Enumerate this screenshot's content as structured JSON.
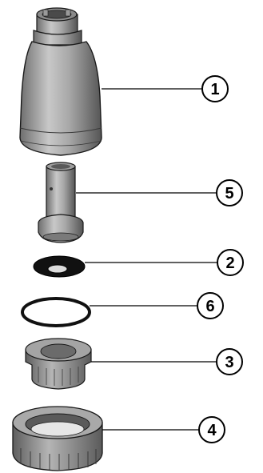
{
  "diagram": {
    "callouts": [
      {
        "id": "part-1",
        "label": "1"
      },
      {
        "id": "part-5",
        "label": "5"
      },
      {
        "id": "part-2",
        "label": "2"
      },
      {
        "id": "part-6",
        "label": "6"
      },
      {
        "id": "part-3",
        "label": "3"
      },
      {
        "id": "part-4",
        "label": "4"
      }
    ]
  },
  "colors": {
    "part_light": "#c4c4c4",
    "part_mid": "#9a9a9a",
    "part_dark": "#5a5a5a",
    "outline": "#1a1a1a",
    "seal_black": "#111111"
  }
}
